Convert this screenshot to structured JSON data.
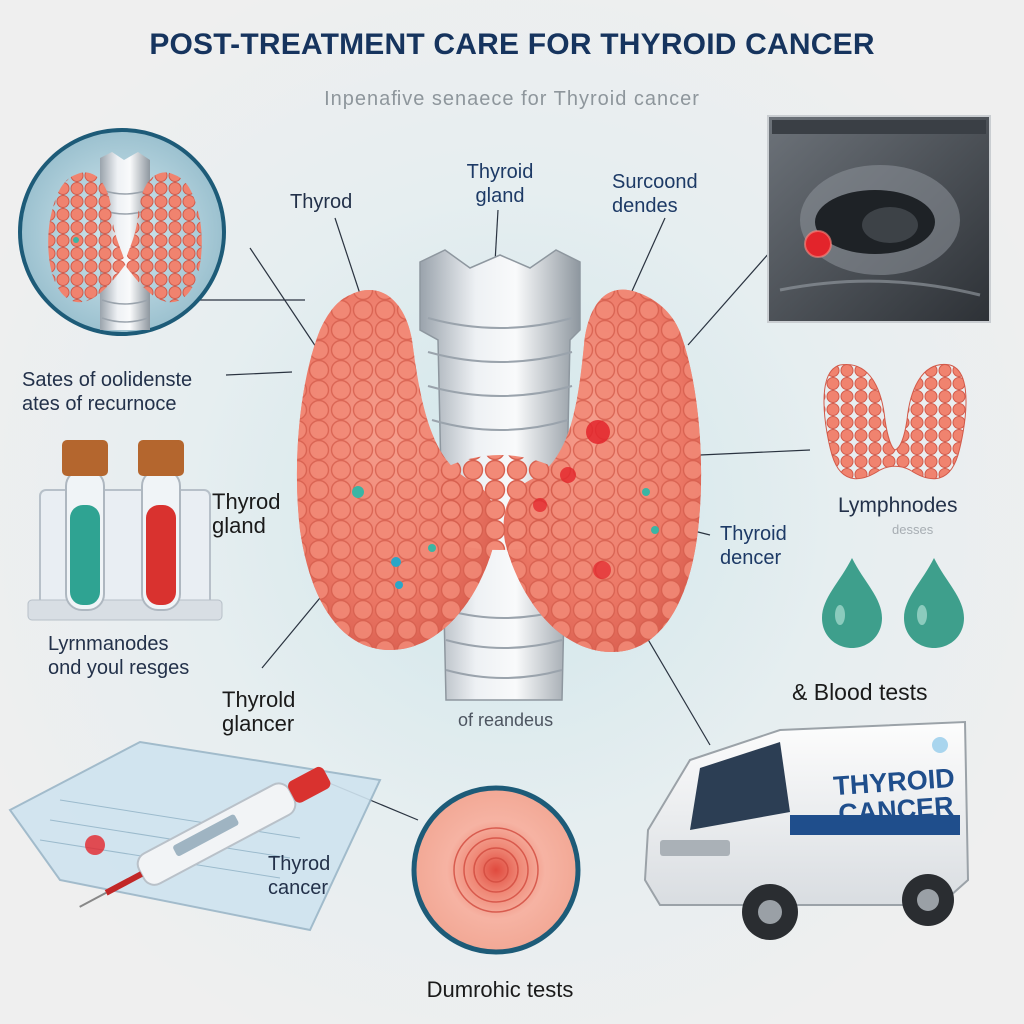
{
  "header": {
    "title": "POST-TREATMENT CARE FOR THYROID CANCER",
    "subtitle": "Inpenaﬁve senaece for Thyroid cancer"
  },
  "labels": {
    "top_left": "Thyrod",
    "top_center_1": "Thyroid",
    "top_center_2": "gland",
    "top_right_1": "Surcoond",
    "top_right_2": "dendes",
    "left_mid_1": "Sates of oolidenste",
    "left_mid_2": "ates of recurnoce",
    "left_gland_1": "Thyrod",
    "left_gland_2": "gland",
    "left_lower_1": "Lyrnmanodes",
    "left_lower_2": "ond youl resges",
    "left_bottom_1": "Thyrold",
    "left_bottom_2": "glancer",
    "center_bottom": "of reandeus",
    "right_mid_1": "Thyroid",
    "right_mid_2": "dencer",
    "right_lymph": "Lymphnodes",
    "right_lymph_faded": "desses",
    "right_blood": "& Blood tests",
    "bottom_left_1": "Thyrod",
    "bottom_left_2": "cancer",
    "bottom_center": "Dumrohic tests"
  },
  "van": {
    "text_1": "THYROID",
    "text_2": "CANCER"
  },
  "colors": {
    "thyroid": "#ee7d6e",
    "thyroid_dark": "#d95a4c",
    "trachea": "#d9dde2",
    "accent_teal": "#3a9e8c",
    "tumor": "#e3242b",
    "title": "#16345e"
  }
}
